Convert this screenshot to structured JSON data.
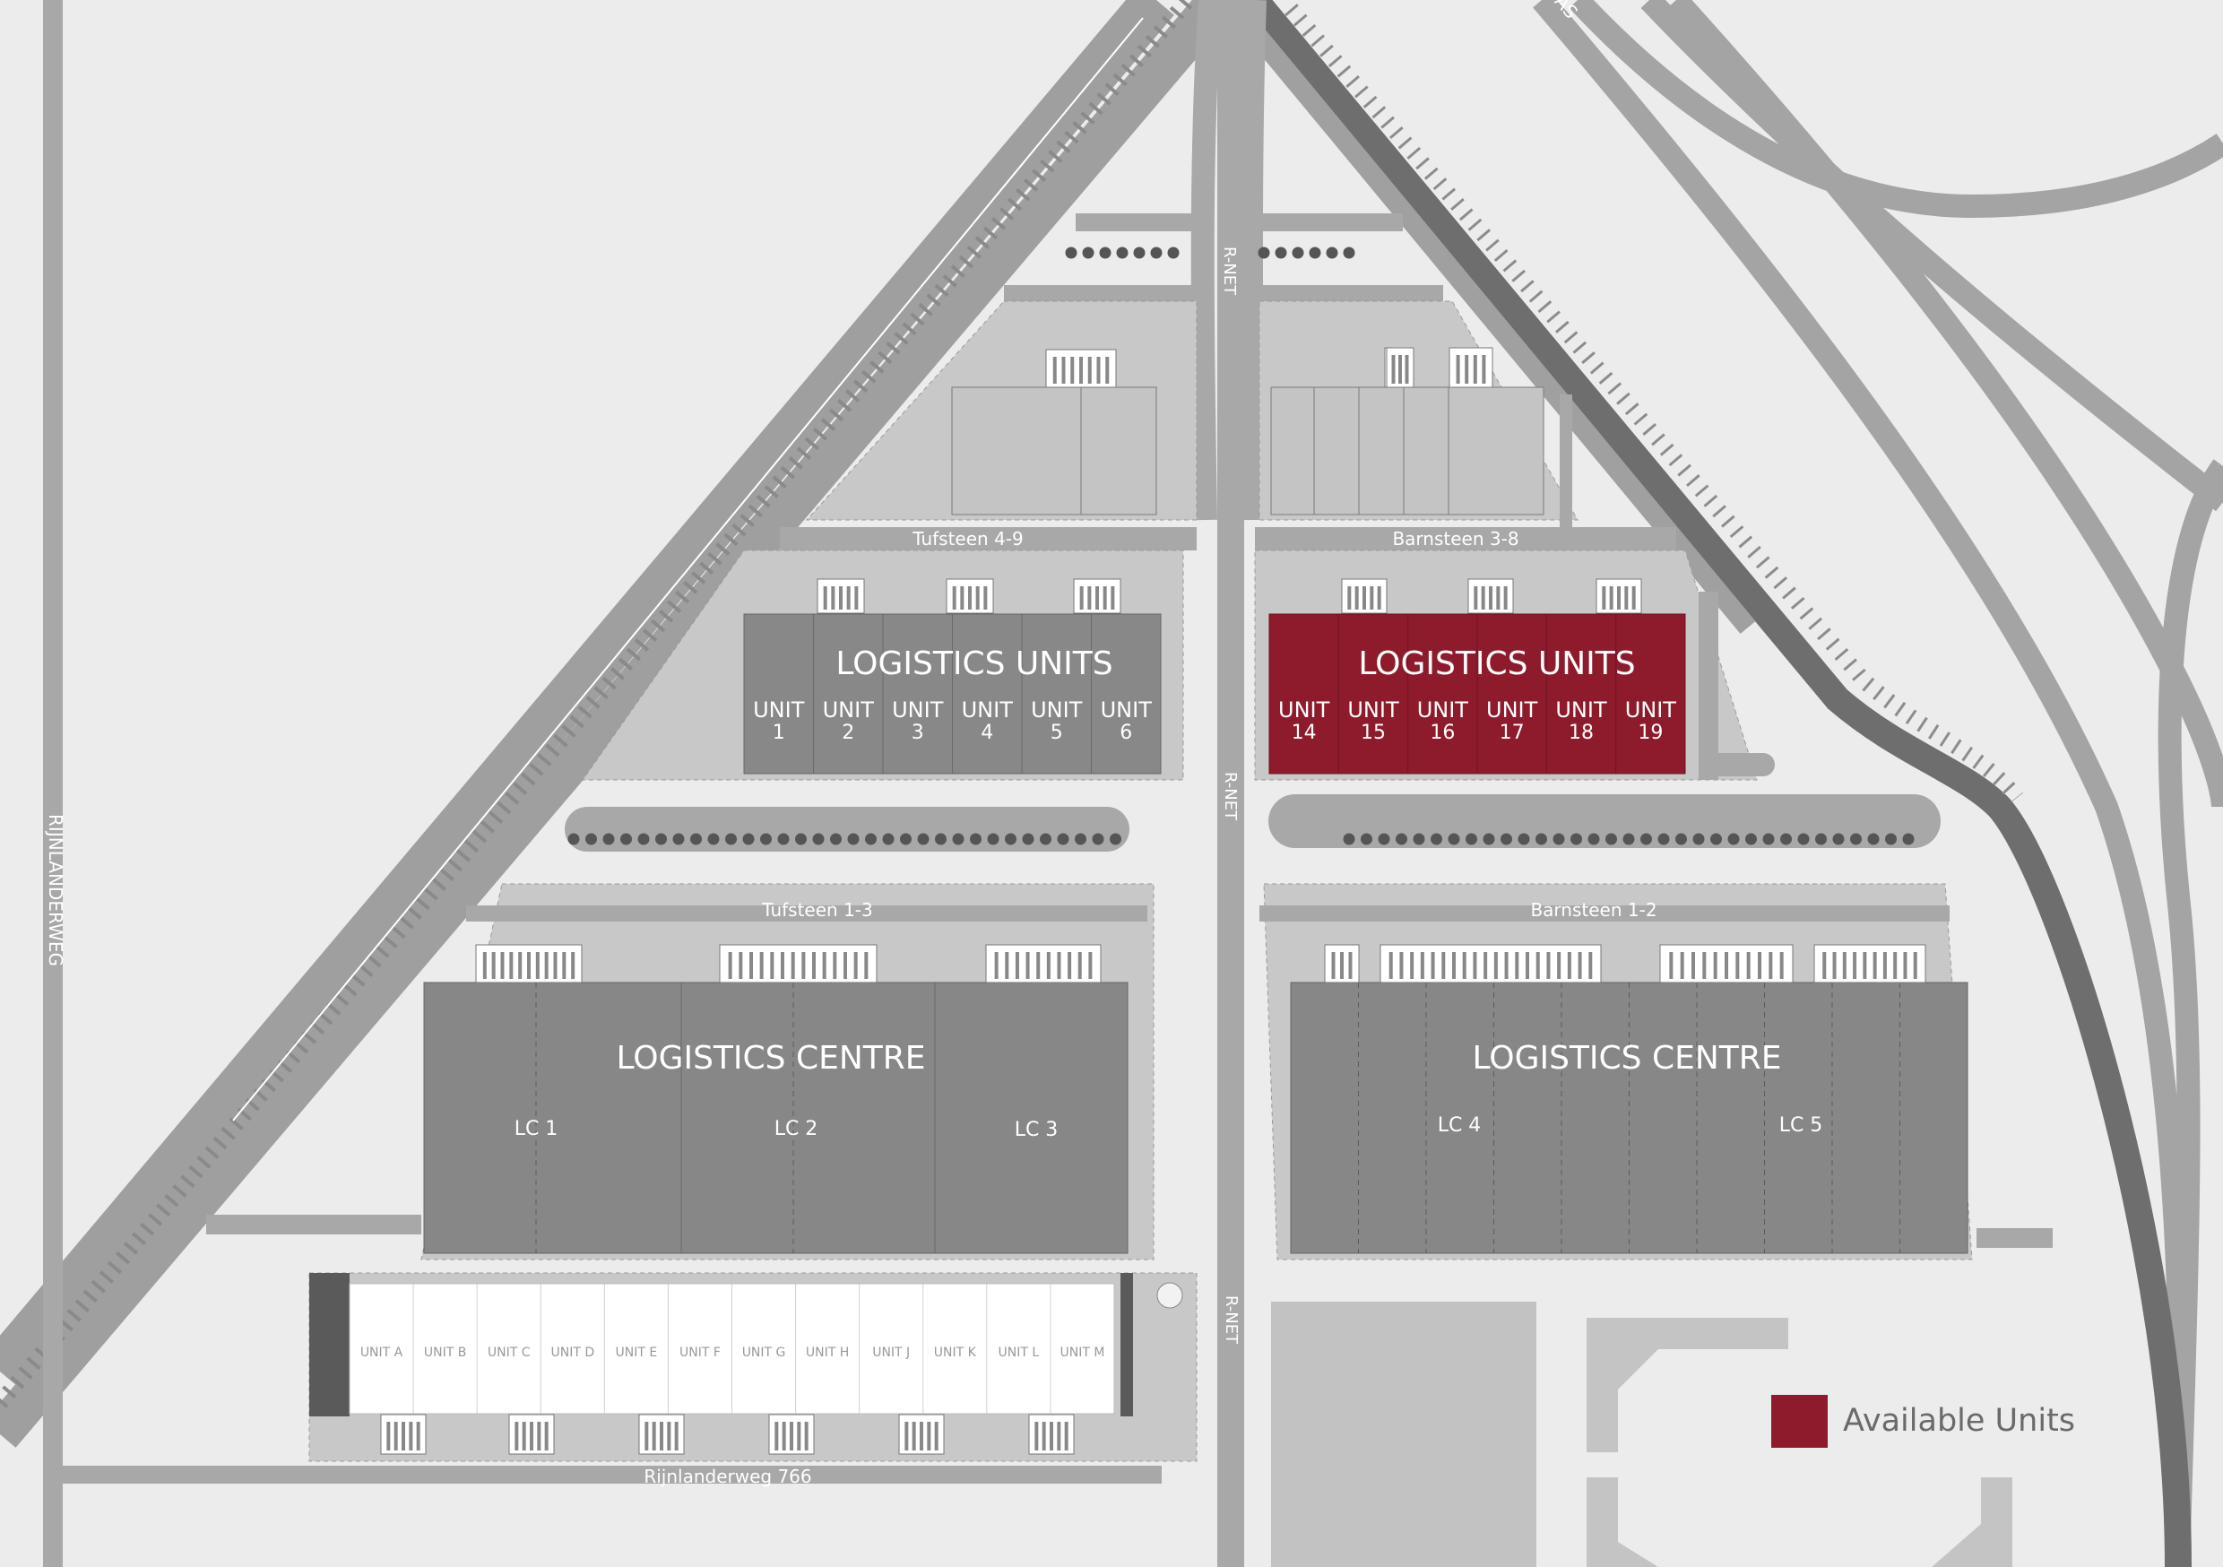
{
  "roads": {
    "rijnlanderweg": "RIJNLANDERWEG",
    "rnet": "R-NET",
    "a_road": "AS",
    "tufsteen_4_9": "Tufsteen 4-9",
    "barnsteen_3_8": "Barnsteen 3-8",
    "tufsteen_1_3": "Tufsteen 1-3",
    "barnsteen_1_2": "Barnsteen 1-2",
    "rijnlanderweg_766": "Rijnlanderweg 766"
  },
  "west_block": {
    "title": "LOGISTICS UNITS",
    "units": [
      "1",
      "2",
      "3",
      "4",
      "5",
      "6"
    ],
    "available": false
  },
  "east_block": {
    "title": "LOGISTICS UNITS",
    "units": [
      "14",
      "15",
      "16",
      "17",
      "18",
      "19"
    ],
    "available": true
  },
  "unit_word": "UNIT",
  "lc_west": {
    "title": "LOGISTICS CENTRE",
    "units": [
      "LC 1",
      "LC 2",
      "LC 3"
    ]
  },
  "lc_east": {
    "title": "LOGISTICS CENTRE",
    "units": [
      "LC 4",
      "LC 5"
    ]
  },
  "small_units": [
    "UNIT A",
    "UNIT B",
    "UNIT C",
    "UNIT D",
    "UNIT E",
    "UNIT F",
    "UNIT G",
    "UNIT H",
    "UNIT J",
    "UNIT K",
    "UNIT L",
    "UNIT M"
  ],
  "legend": {
    "label": "Available Units",
    "color": "#8e1b2c"
  },
  "colors": {
    "background": "#ececec",
    "road": "#a8a8a8",
    "plot": "#c8c8c8",
    "building": "#868686",
    "building_light": "#bdbdbd",
    "available": "#8e1b2c"
  }
}
